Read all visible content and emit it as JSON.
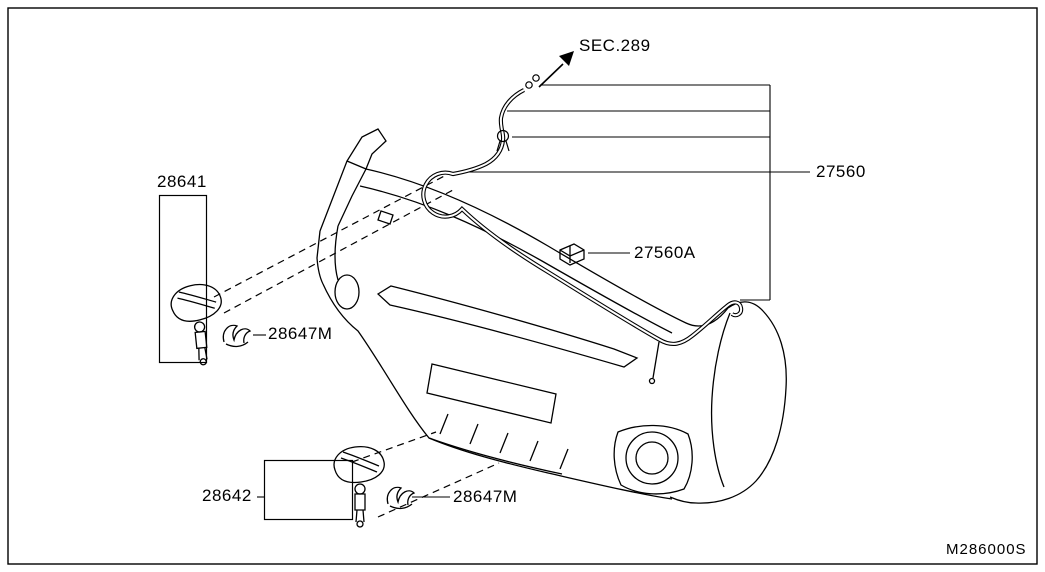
{
  "page": {
    "background_color": "#ffffff",
    "line_color": "#000000"
  },
  "diagram": {
    "section_ref": "SEC.289",
    "sheet_code": "M286000S",
    "part_labels": {
      "hose": "27560",
      "hose_clip": "27560A",
      "washer_nozzle_upper": "28641",
      "grommet_upper": "28647M",
      "washer_nozzle_lower": "28642",
      "grommet_lower": "28647M"
    },
    "icons": {
      "direction_arrow": "↗"
    }
  }
}
